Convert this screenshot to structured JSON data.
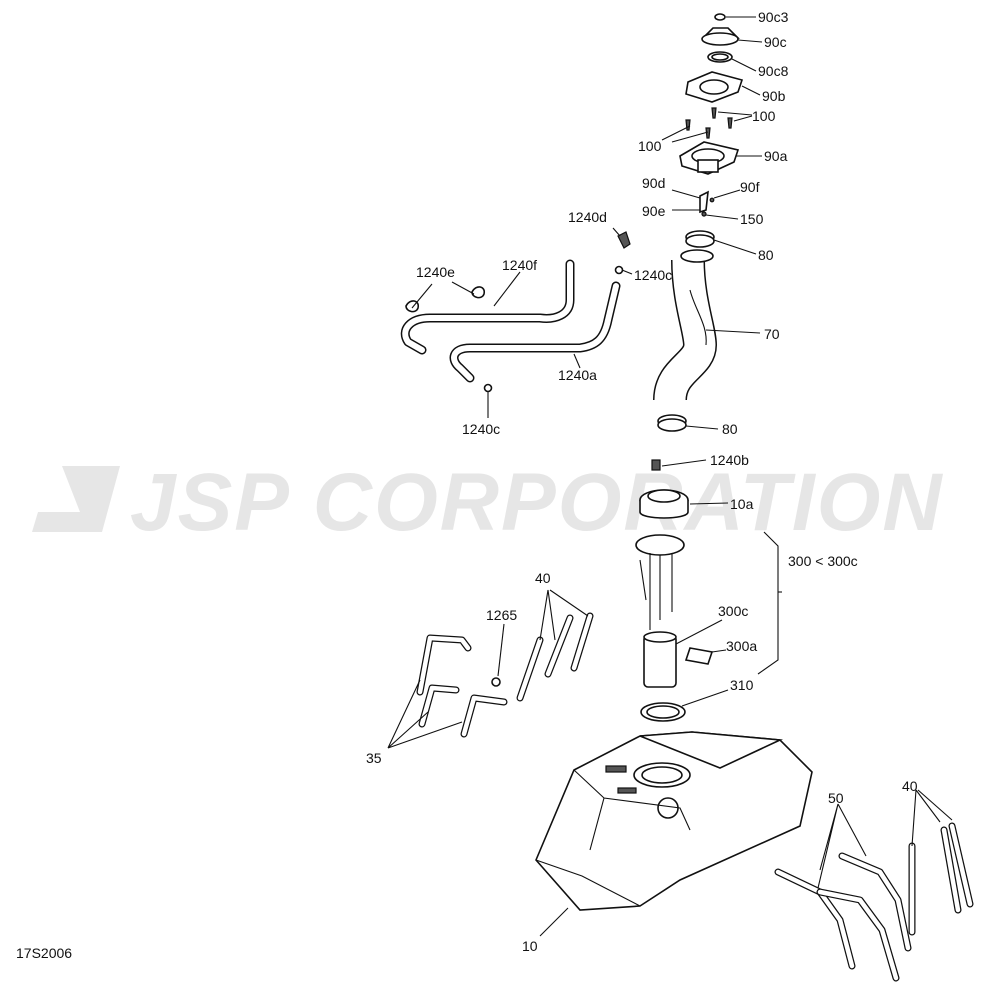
{
  "watermark": "JSP CORPORATION",
  "diagram_code": "17S2006",
  "callouts": {
    "c90c3": "90c3",
    "c90c": "90c",
    "c90c8": "90c8",
    "c90b": "90b",
    "c100a": "100",
    "c100b": "100",
    "c90a": "90a",
    "c90d": "90d",
    "c90f": "90f",
    "c90e": "90e",
    "c150": "150",
    "c1240d": "1240d",
    "c80a": "80",
    "c1240e": "1240e",
    "c1240f": "1240f",
    "c1240c_top": "1240c",
    "c70": "70",
    "c1240a": "1240a",
    "c1240c_bot": "1240c",
    "c80b": "80",
    "c1240b": "1240b",
    "c10a": "10a",
    "c300": "300 < 300c",
    "c40a": "40",
    "c1265": "1265",
    "c300c": "300c",
    "c300a": "300a",
    "c310": "310",
    "c35": "35",
    "c50": "50",
    "c40b": "40",
    "c10": "10"
  }
}
